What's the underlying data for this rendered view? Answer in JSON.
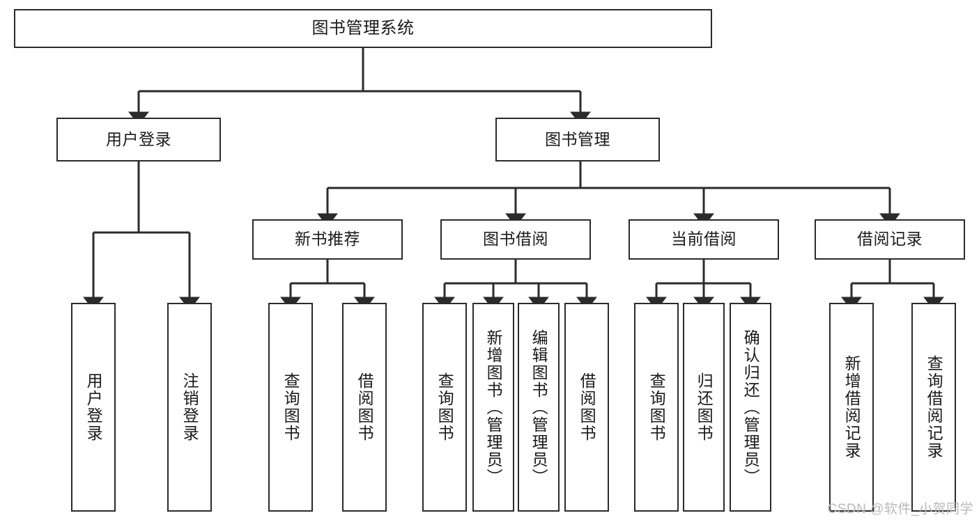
{
  "diagram": {
    "title": "图书管理系统",
    "watermark": "CSDN @软件_小贺同学",
    "accent_line_color": "#2b2b2b",
    "box_fill_color": "#ffffff",
    "text_color": "#1a1a1a",
    "root": {
      "label": "图书管理系统"
    },
    "level2": [
      {
        "label": "用户登录"
      },
      {
        "label": "图书管理"
      }
    ],
    "level3": [
      {
        "label": "新书推荐"
      },
      {
        "label": "图书借阅"
      },
      {
        "label": "当前借阅"
      },
      {
        "label": "借阅记录"
      }
    ],
    "leaves": {
      "user_login": [
        {
          "label": "用户登录"
        },
        {
          "label": "注销登录"
        }
      ],
      "new_book": [
        {
          "label": "查询图书"
        },
        {
          "label": "借阅图书"
        }
      ],
      "book_borrow": [
        {
          "label": "查询图书"
        },
        {
          "label": "新增图书（管理员）"
        },
        {
          "label": "编辑图书（管理员）"
        },
        {
          "label": "借阅图书"
        }
      ],
      "current_borrow": [
        {
          "label": "查询图书"
        },
        {
          "label": "归还图书"
        },
        {
          "label": "确认归还（管理员）"
        }
      ],
      "borrow_record": [
        {
          "label": "新增借阅记录"
        },
        {
          "label": "查询借阅记录"
        }
      ]
    }
  }
}
